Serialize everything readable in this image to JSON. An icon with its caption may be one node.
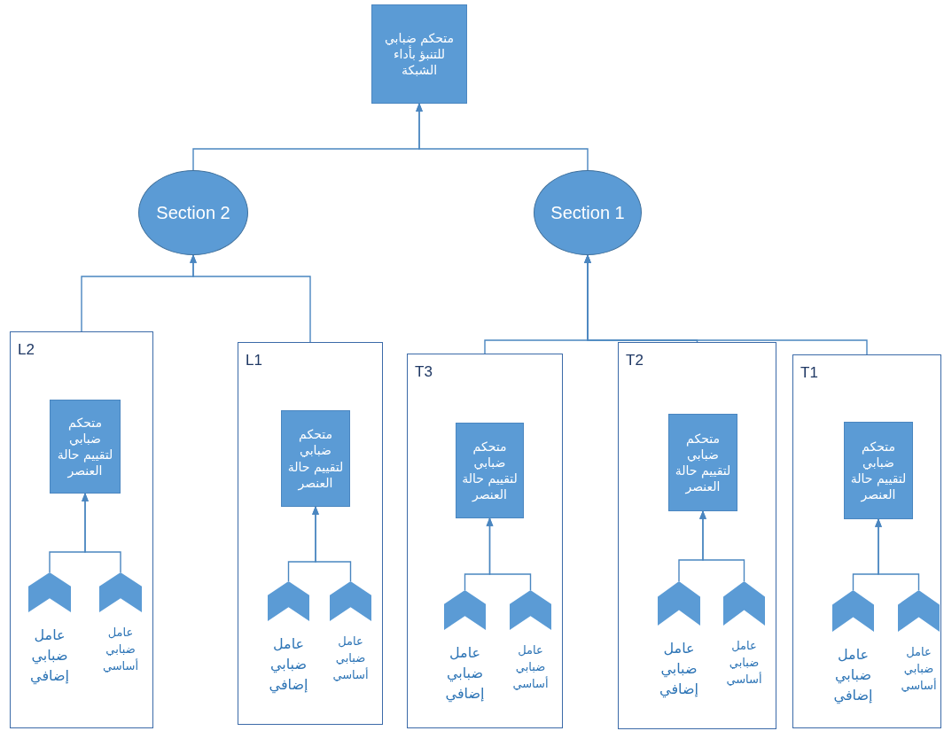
{
  "diagram": {
    "nodes": [
      {
        "text": [
          "متحكم ضبابي للتنبؤ بأداء الشبكة"
        ]
      },
      {
        "text": [
          "Section 2"
        ]
      },
      {
        "text": [
          "Section 1"
        ]
      },
      {
        "text": [
          "L2"
        ]
      },
      {
        "text": [
          "متحكم ضبابي لتقييم حالة العنصر"
        ],
        "in": 3
      },
      {
        "text": [],
        "shape": "chevron",
        "in": 3,
        "beside": [
          "عامل ضبابي إضافي"
        ]
      },
      {
        "text": [],
        "shape": "chevron",
        "in": 3,
        "beside": [
          "عامل ضبابي أساسي"
        ]
      },
      {
        "text": [
          "L1"
        ]
      },
      {
        "text": [
          "متحكم ضبابي لتقييم حالة العنصر"
        ],
        "in": 7
      },
      {
        "text": [],
        "shape": "chevron",
        "in": 7,
        "beside": [
          "عامل ضبابي إضافي"
        ]
      },
      {
        "text": [],
        "shape": "chevron",
        "in": 7,
        "beside": [
          "عامل ضبابي أساسي"
        ]
      },
      {
        "text": [
          "T3"
        ]
      },
      {
        "text": [
          "متحكم ضبابي لتقييم حالة العنصر"
        ],
        "in": 11
      },
      {
        "text": [],
        "shape": "chevron",
        "in": 11,
        "beside": [
          "عامل ضبابي إضافي"
        ]
      },
      {
        "text": [],
        "shape": "chevron",
        "in": 11,
        "beside": [
          "عامل ضبابي أساسي"
        ]
      },
      {
        "text": [
          "T2"
        ]
      },
      {
        "text": [
          "متحكم ضبابي لتقييم حالة العنصر"
        ],
        "in": 15
      },
      {
        "text": [],
        "shape": "chevron",
        "in": 15,
        "beside": [
          "عامل ضبابي إضافي"
        ]
      },
      {
        "text": [],
        "shape": "chevron",
        "in": 15,
        "beside": [
          "عامل ضبابي أساسي"
        ]
      },
      {
        "text": [
          "T1"
        ]
      },
      {
        "text": [
          "متحكم ضبابي لتقييم حالة العنصر"
        ],
        "in": 19
      },
      {
        "text": [],
        "shape": "chevron",
        "in": 19,
        "beside": [
          "عامل ضبابي إضافي"
        ]
      },
      {
        "text": [],
        "shape": "chevron",
        "in": 19,
        "beside": [
          "عامل ضبابي أساسي"
        ]
      }
    ],
    "edges": [
      {
        "from": 1,
        "to": 0,
        "arrow": "to"
      },
      {
        "from": 2,
        "to": 0,
        "arrow": "to"
      },
      {
        "from": 3,
        "to": 1,
        "arrow": "to"
      },
      {
        "from": 7,
        "to": 1,
        "arrow": "to"
      },
      {
        "from": 11,
        "to": 2,
        "arrow": "to"
      },
      {
        "from": 15,
        "to": 2,
        "arrow": "to"
      },
      {
        "from": 19,
        "to": 2,
        "arrow": "to"
      },
      {
        "from": 5,
        "to": 4,
        "arrow": "to"
      },
      {
        "from": 6,
        "to": 4,
        "arrow": "to"
      },
      {
        "from": 9,
        "to": 8,
        "arrow": "to"
      },
      {
        "from": 10,
        "to": 8,
        "arrow": "to"
      },
      {
        "from": 13,
        "to": 12,
        "arrow": "to"
      },
      {
        "from": 14,
        "to": 12,
        "arrow": "to"
      },
      {
        "from": 17,
        "to": 16,
        "arrow": "to"
      },
      {
        "from": 18,
        "to": 16,
        "arrow": "to"
      },
      {
        "from": 21,
        "to": 20,
        "arrow": "to"
      },
      {
        "from": 22,
        "to": 20,
        "arrow": "to"
      }
    ]
  }
}
